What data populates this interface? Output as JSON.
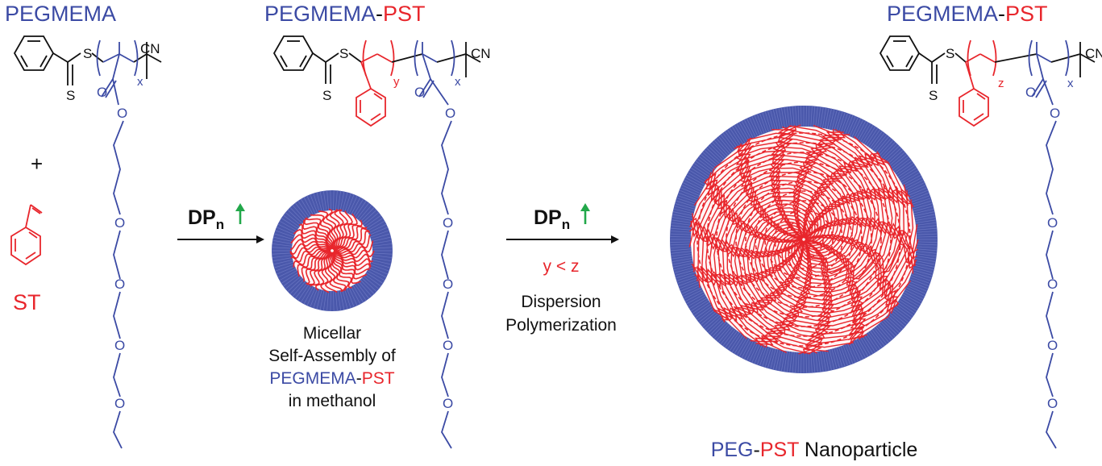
{
  "colors": {
    "peg": "#3b4aa4",
    "pst": "#e8262c",
    "black": "#111111",
    "arrow_up": "#22a84a"
  },
  "titles": {
    "left": "PEGMEMA",
    "mid_a": "PEGMEMA",
    "mid_sep": "-",
    "mid_b": "PST",
    "right_a": "PEGMEMA",
    "right_sep": "-",
    "right_b": "PST"
  },
  "plus": "+",
  "monomer_label": "ST",
  "atoms": {
    "S": "S",
    "O": "O",
    "CN": "CN",
    "x": "x",
    "y": "y",
    "z": "z"
  },
  "step1": {
    "dp": "DP",
    "dp_sub": "n",
    "arrow_glyph": "↑"
  },
  "step2": {
    "dp": "DP",
    "dp_sub": "n",
    "arrow_glyph": "↑",
    "condition": "y < z",
    "line1": "Dispersion",
    "line2": "Polymerization"
  },
  "micelle_caption": {
    "line1": "Micellar",
    "line2": "Self-Assembly of",
    "line3_a": "PEGMEMA",
    "line3_sep": "-",
    "line3_b": "PST",
    "line4": "in methanol"
  },
  "nanoparticle_caption": {
    "a": "PEG",
    "sep": "-",
    "b": "PST",
    "rest": " Nanoparticle"
  }
}
